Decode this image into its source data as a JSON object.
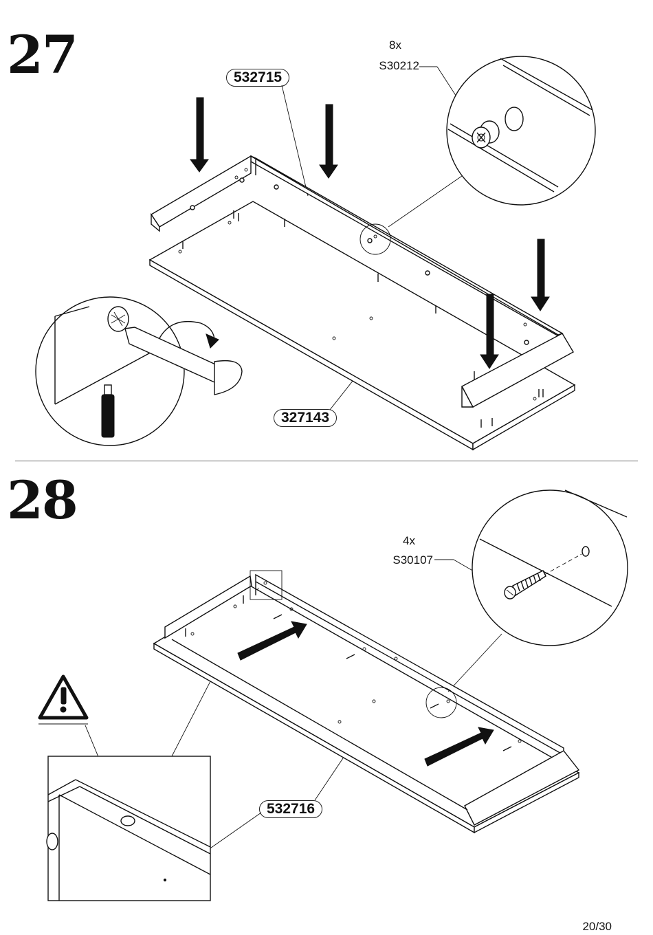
{
  "steps": [
    {
      "number": "27",
      "parts": [
        {
          "label": "532715"
        },
        {
          "label": "327143"
        }
      ],
      "hardware": {
        "quantity": "8x",
        "code": "S30212"
      }
    },
    {
      "number": "28",
      "parts": [
        {
          "label": "532716"
        }
      ],
      "hardware": {
        "quantity": "4x",
        "code": "S30107"
      }
    }
  ],
  "icons": {
    "warning": "warning-triangle-icon",
    "arrow": "down-arrow-icon",
    "screwdriver": "screwdriver-icon"
  },
  "page_number": "20/30"
}
